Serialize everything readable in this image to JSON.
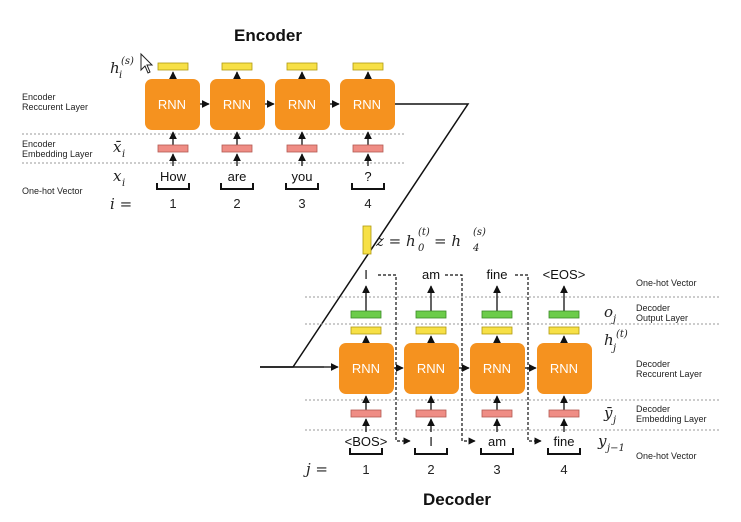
{
  "encoder": {
    "title": "Encoder",
    "row_labels": {
      "recurrent": [
        "Encoder",
        "Reccurent Layer"
      ],
      "embedding": [
        "Encoder",
        "Embedding Layer"
      ],
      "onehot": "One-hot Vector"
    },
    "math_labels": {
      "hidden_base": "h",
      "hidden_sub": "i",
      "hidden_sup": "(s)",
      "embed_base": "x̄",
      "embed_sub": "i",
      "input_base": "x",
      "input_sub": "i",
      "index": "i ="
    },
    "rnn_label": "RNN",
    "tokens": [
      "How",
      "are",
      "you",
      "?"
    ],
    "indices": [
      "1",
      "2",
      "3",
      "4"
    ]
  },
  "context": {
    "lhs": "z = h",
    "sub0": "0",
    "sup0": "(t)",
    "mid": " = h",
    "sub1": "4",
    "sup1": "(s)"
  },
  "decoder": {
    "title": "Decoder",
    "row_labels": {
      "onehot_top": "One-hot Vector",
      "output": [
        "Decoder",
        "Output Layer"
      ],
      "recurrent": [
        "Decoder",
        "Reccurent Layer"
      ],
      "embedding": [
        "Decoder",
        "Embedding Layer"
      ],
      "onehot_bottom": "One-hot Vector"
    },
    "math_labels": {
      "output_base": "o",
      "output_sub": "j",
      "hidden_base": "h",
      "hidden_sub": "j",
      "hidden_sup": "(t)",
      "embed_base": "ȳ",
      "embed_sub": "j",
      "input_base": "y",
      "input_sub": "j−1",
      "index": "j ="
    },
    "rnn_label": "RNN",
    "outputs": [
      "I",
      "am",
      "fine",
      "<EOS>"
    ],
    "inputs": [
      "<BOS>",
      "I",
      "am",
      "fine"
    ],
    "indices": [
      "1",
      "2",
      "3",
      "4"
    ]
  },
  "colors": {
    "rnn": "#f5921f",
    "hidden": "#f7e046",
    "embed": "#ef8d85",
    "output": "#6ccc4a"
  }
}
